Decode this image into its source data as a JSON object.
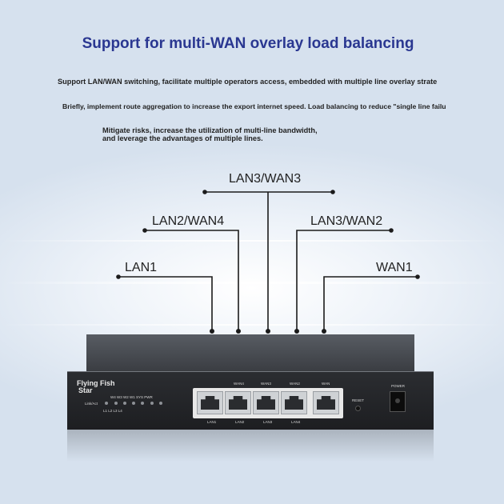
{
  "title": "Support for multi-WAN overlay load balancing",
  "paragraphs": {
    "line1": "Support LAN/WAN switching, facilitate multiple operators access, embedded with multiple line overlay strate",
    "line2": "Briefly, implement route aggregation to increase the export internet speed. Load balancing to reduce \"single line failu",
    "line3a": "Mitigate risks, increase the utilization of multi-line bandwidth,",
    "line3b": " and leverage the advantages of multiple lines."
  },
  "callouts": {
    "lan3wan3": "LAN3/WAN3",
    "lan2wan4": "LAN2/WAN4",
    "lan3wan2": "LAN3/WAN2",
    "lan1": "LAN1",
    "wan1": "WAN1"
  },
  "device": {
    "brand_line1": "Flying Fish",
    "brand_line2": "Star",
    "led_header": "W4  W3  W2  W1  SYS  PWR",
    "led_row_label": "Link/Act",
    "led_bottom": "L1   L2   L3   L4",
    "port_top_labels": [
      "WAN4",
      "WAN3",
      "WAN2",
      "WAN"
    ],
    "port_bottom_labels": [
      "LAN1",
      "LAN2",
      "LAN3",
      "LAN4"
    ],
    "reset_label": "RESET",
    "power_label": "POWER"
  },
  "colors": {
    "title": "#2a3791",
    "device_body": "#2b2d31"
  }
}
